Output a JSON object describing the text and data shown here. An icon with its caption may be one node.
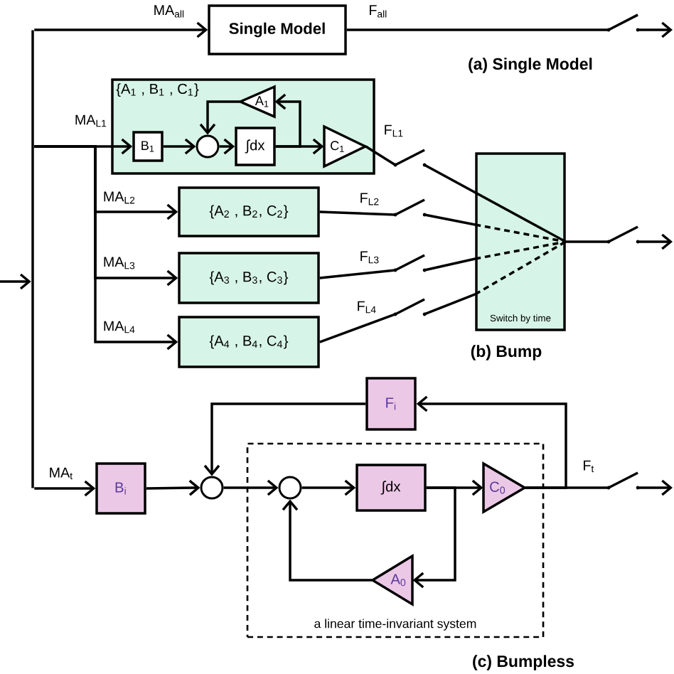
{
  "diagram": {
    "nodes": [
      {
        "text": [],
        "shape": "bar"
      },
      {
        "text": [
          "Single Model"
        ]
      },
      {
        "text": [],
        "shape": "switch"
      },
      {
        "text": [
          "{A$_{1}$ , B$_{1}$ , C$_{1}$}"
        ]
      },
      {
        "text": [
          "A$_{1}$"
        ],
        "in": 3
      },
      {
        "text": [
          "B$_{1}$"
        ],
        "in": 3
      },
      {
        "text": [],
        "shape": "circle",
        "in": 3
      },
      {
        "text": [
          "∫dx"
        ],
        "in": 3
      },
      {
        "text": [
          "C$_{1}$"
        ],
        "in": 3
      },
      {
        "text": [],
        "shape": "switch"
      },
      {
        "text": [
          "{A$_{2}$ , B$_{2}$, C$_{2}$}"
        ]
      },
      {
        "text": [],
        "shape": "switch"
      },
      {
        "text": [
          "Switch by time"
        ]
      },
      {
        "text": [],
        "shape": "switch"
      },
      {
        "text": [
          "{A$_{3}$ , B$_{3}$, C$_{3}$}"
        ]
      },
      {
        "text": [],
        "shape": "switch"
      },
      {
        "text": [
          "{A$_{4}$ , B$_{4}$, C$_{4}$}"
        ]
      },
      {
        "text": [],
        "shape": "switch"
      },
      {
        "text": [
          "F$_{i}$"
        ]
      },
      {
        "text": [
          "B$_{i}$"
        ]
      },
      {
        "text": [],
        "shape": "circle"
      },
      {
        "text": [
          "a linear time-invariant system"
        ]
      },
      {
        "text": [],
        "shape": "circle",
        "in": 21
      },
      {
        "text": [
          "∫dx"
        ],
        "in": 21
      },
      {
        "text": [
          "C$_{0}$"
        ],
        "in": 21
      },
      {
        "text": [
          "A$_{0}$"
        ],
        "in": 21
      },
      {
        "text": [],
        "shape": "switch"
      }
    ],
    "edges": [
      {
        "from": null,
        "to": 0,
        "arrow": "to"
      },
      {
        "from": 0,
        "to": 1,
        "arrow": "to",
        "label": "MA$_{all}$"
      },
      {
        "from": 1,
        "to": 2,
        "arrow": "none",
        "label": "F$_{all}$"
      },
      {
        "from": 2,
        "to": null,
        "arrow": "to"
      },
      {
        "from": 0,
        "to": 5,
        "arrow": "to",
        "label": "MA$_{L1}$"
      },
      {
        "from": 5,
        "to": 6,
        "arrow": "to"
      },
      {
        "from": 6,
        "to": 7,
        "arrow": "to"
      },
      {
        "from": 7,
        "to": 8,
        "arrow": "to"
      },
      {
        "from": 7,
        "to": 4,
        "arrow": "to"
      },
      {
        "from": 4,
        "to": 6,
        "arrow": "to"
      },
      {
        "from": 8,
        "to": 9,
        "arrow": "none",
        "label": "F$_{L1}$"
      },
      {
        "from": 9,
        "to": 12,
        "arrow": "none"
      },
      {
        "from": 0,
        "to": 10,
        "arrow": "to",
        "label": "MA$_{L2}$"
      },
      {
        "from": 10,
        "to": 11,
        "arrow": "none",
        "label": "F$_{L2}$"
      },
      {
        "from": 11,
        "to": 12,
        "arrow": "none"
      },
      {
        "from": 0,
        "to": 14,
        "arrow": "to",
        "label": "MA$_{L3}$"
      },
      {
        "from": 14,
        "to": 15,
        "arrow": "none",
        "label": "F$_{L3}$"
      },
      {
        "from": 15,
        "to": 12,
        "arrow": "none"
      },
      {
        "from": 0,
        "to": 16,
        "arrow": "to",
        "label": "MA$_{L4}$"
      },
      {
        "from": 16,
        "to": 17,
        "arrow": "none",
        "label": "F$_{L4}$"
      },
      {
        "from": 17,
        "to": 12,
        "arrow": "none"
      },
      {
        "from": 12,
        "to": 13,
        "arrow": "none"
      },
      {
        "from": 13,
        "to": null,
        "arrow": "to"
      },
      {
        "from": 0,
        "to": 19,
        "arrow": "to",
        "label": "MA$_{t}$"
      },
      {
        "from": 19,
        "to": 20,
        "arrow": "to"
      },
      {
        "from": 20,
        "to": 22,
        "arrow": "to"
      },
      {
        "from": 22,
        "to": 23,
        "arrow": "to"
      },
      {
        "from": 23,
        "to": 24,
        "arrow": "to"
      },
      {
        "from": 23,
        "to": 25,
        "arrow": "to"
      },
      {
        "from": 25,
        "to": 22,
        "arrow": "to"
      },
      {
        "from": 24,
        "to": 26,
        "arrow": "none",
        "label": "F$_{t}$"
      },
      {
        "from": 24,
        "to": 18,
        "arrow": "to"
      },
      {
        "from": 18,
        "to": 20,
        "arrow": "to"
      },
      {
        "from": 26,
        "to": null,
        "arrow": "to"
      }
    ],
    "labels": [
      "(a) Single Model",
      "(b) Bump",
      "(c) Bumpless"
    ]
  }
}
